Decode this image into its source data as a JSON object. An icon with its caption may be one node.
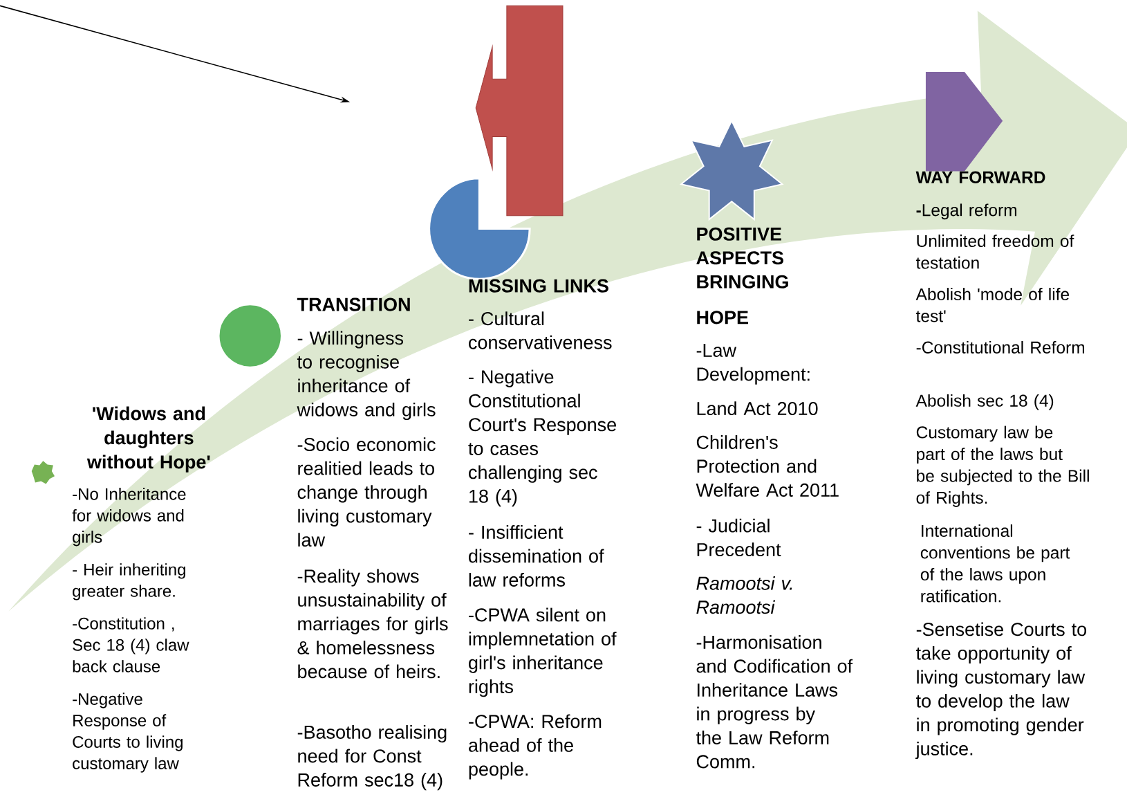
{
  "diagram": {
    "nodes": [
      {
        "text": [],
        "shape": "blob"
      },
      {
        "text": [],
        "shape": "circle"
      },
      {
        "text": [],
        "shape": "pie"
      },
      {
        "text": [],
        "shape": "arrow"
      },
      {
        "text": [],
        "shape": "star"
      },
      {
        "text": [],
        "shape": "pentagon"
      }
    ],
    "labels": [
      "'Widows and daughters without Hope'",
      "-No Inheritance for widows and girls",
      "- Heir inheriting greater share.",
      "-Constitution , Sec 18 (4) claw back clause",
      "-Negative Response of Courts to living customary law",
      "TRANSITION",
      "- Willingness to recognise inheritance of widows and girls",
      "-Socio economic realitied leads to change through living customary law",
      "-Reality shows unsustainability of marriages for girls & homelessness because of heirs.",
      "-Basotho realising need for Const Reform sec18 (4)",
      "MISSING LINKS",
      "- Cultural conservativeness",
      "- Negative Constitutional Court's Response to cases challenging sec 18 (4)",
      "- Insifficient dissemination of law reforms",
      "-CPWA silent on implemnetation of girl's inheritance rights",
      "-CPWA: Reform ahead of the people.",
      "POSITIVE ASPECTS BRINGING",
      "HOPE",
      "-Law Development:",
      "Land Act 2010",
      "Children's Protection and Welfare Act 2011",
      "- Judicial Precedent",
      "Ramootsi v. Ramootsi",
      "-Harmonisation and Codification of Inheritance Laws in progress by the Law Reform Comm.",
      "WAY FORWARD",
      "**-**Legal reform",
      "Unlimited freedom of testation",
      "Abolish 'mode of life test'",
      "-Constitutional Reform",
      "Abolish sec 18 (4)",
      "Customary law be part of the laws but be subjected to the Bill of Rights.",
      "International conventions be part of the laws upon ratification.",
      "-Sensetise Courts to take opportunity of living customary law to develop the law in promoting gender justice."
    ]
  }
}
